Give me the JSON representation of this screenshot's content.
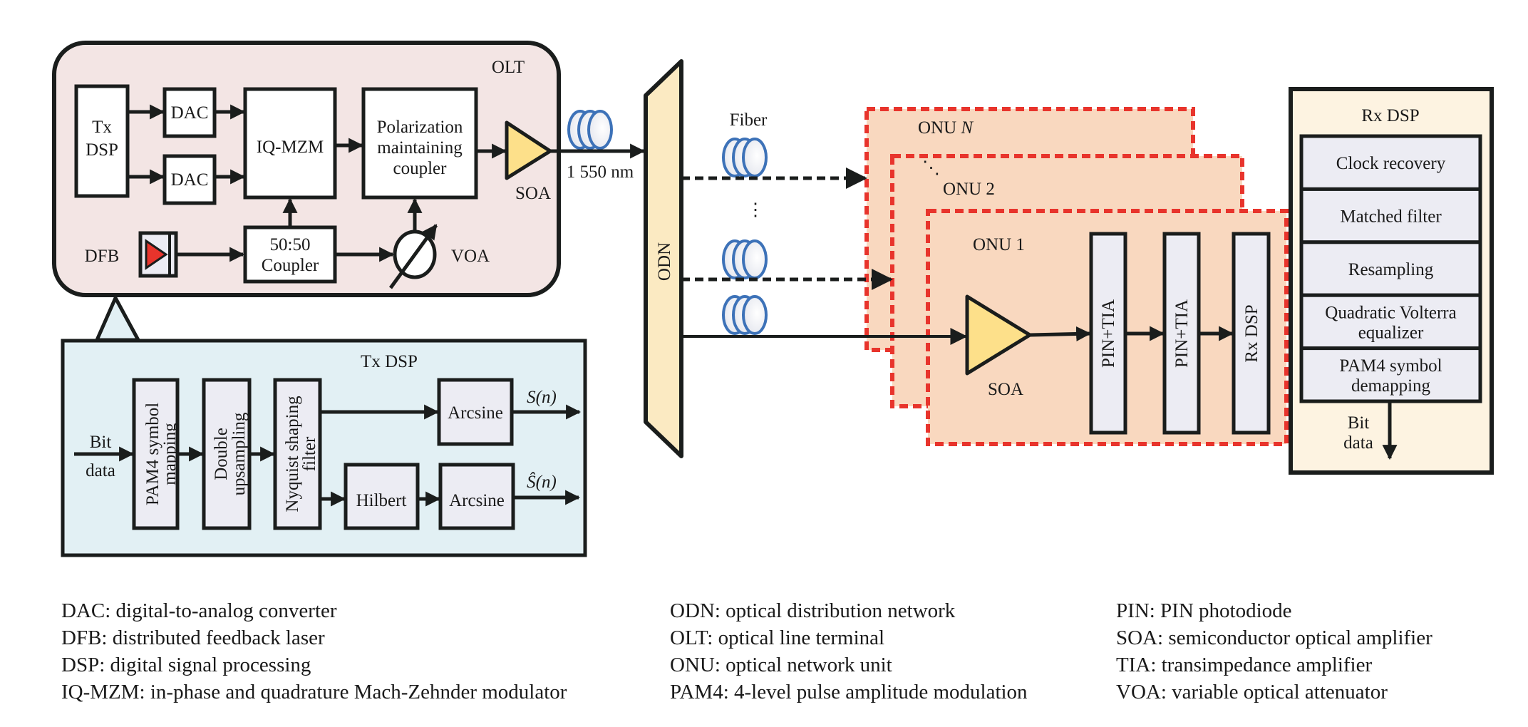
{
  "olt": {
    "title": "OLT",
    "tx_dsp": [
      "Tx",
      "DSP"
    ],
    "dac_top": "DAC",
    "dac_bottom": "DAC",
    "iq_mzm": "IQ-MZM",
    "pm_coupler": [
      "Polarization",
      "maintaining",
      "coupler"
    ],
    "soa": "SOA",
    "dfb": "DFB",
    "coupler": [
      "50:50",
      "Coupler"
    ],
    "voa": "VOA",
    "wavelength": "1 550 nm"
  },
  "tx_dsp": {
    "title": "Tx DSP",
    "input_label": [
      "Bit",
      "data"
    ],
    "blocks": [
      "PAM4 symbol mapping",
      "Double upsampling",
      "Nyquist shaping filter"
    ],
    "block_lines": [
      [
        "PAM4 symbol",
        "mapping"
      ],
      [
        "Double",
        "upsampling"
      ],
      [
        "Nyquist shaping",
        "filter"
      ]
    ],
    "arcsine_top": "Arcsine",
    "hilbert": "Hilbert",
    "arcsine_bottom": "Arcsine",
    "out_top": "S(n)",
    "out_bottom": "Ŝ(n)"
  },
  "network": {
    "odn": "ODN",
    "fiber": "Fiber",
    "vertical_ellipsis": "⋮",
    "diagonal_ellipsis": "⋱"
  },
  "onu": {
    "labels": [
      "ONU N",
      "ONU 2",
      "ONU 1"
    ],
    "onu_n_prefix": "ONU ",
    "onu_n_var": "N",
    "soa": "SOA",
    "pin_tia_1": "PIN+TIA",
    "pin_tia_2": "PIN+TIA",
    "rx_dsp": "Rx DSP"
  },
  "rx_dsp": {
    "title": "Rx DSP",
    "stages": [
      [
        "Clock recovery"
      ],
      [
        "Matched filter"
      ],
      [
        "Resampling"
      ],
      [
        "Quadratic Volterra",
        "equalizer"
      ],
      [
        "PAM4 symbol",
        "demapping"
      ]
    ],
    "output_label": [
      "Bit",
      "data"
    ]
  },
  "legend": {
    "col1": [
      "DAC: digital-to-analog converter",
      "DFB: distributed feedback laser",
      "DSP: digital signal processing",
      "IQ-MZM: in-phase and quadrature Mach-Zehnder modulator"
    ],
    "col2": [
      "ODN: optical distribution network",
      "OLT: optical line terminal",
      "ONU: optical network unit",
      "PAM4: 4-level pulse amplitude modulation"
    ],
    "col3": [
      "PIN: PIN photodiode",
      "SOA: semiconductor optical amplifier",
      "TIA: transimpedance amplifier",
      "VOA: variable optical attenuator"
    ]
  },
  "colors": {
    "olt_fill": "#f3e5e4",
    "tx_dsp_fill": "#e2f0f4",
    "odn_fill": "#fbeac2",
    "onu_fill": "#f9d8bf",
    "onu_border": "#e8342c",
    "rx_dsp_fill": "#fdf3e1",
    "block_fill": "#ececf3",
    "soa_fill": "#fde08a",
    "laser_red": "#e8342c",
    "fiber_blue": "#3d72b8",
    "stroke": "#1a1d1c"
  }
}
